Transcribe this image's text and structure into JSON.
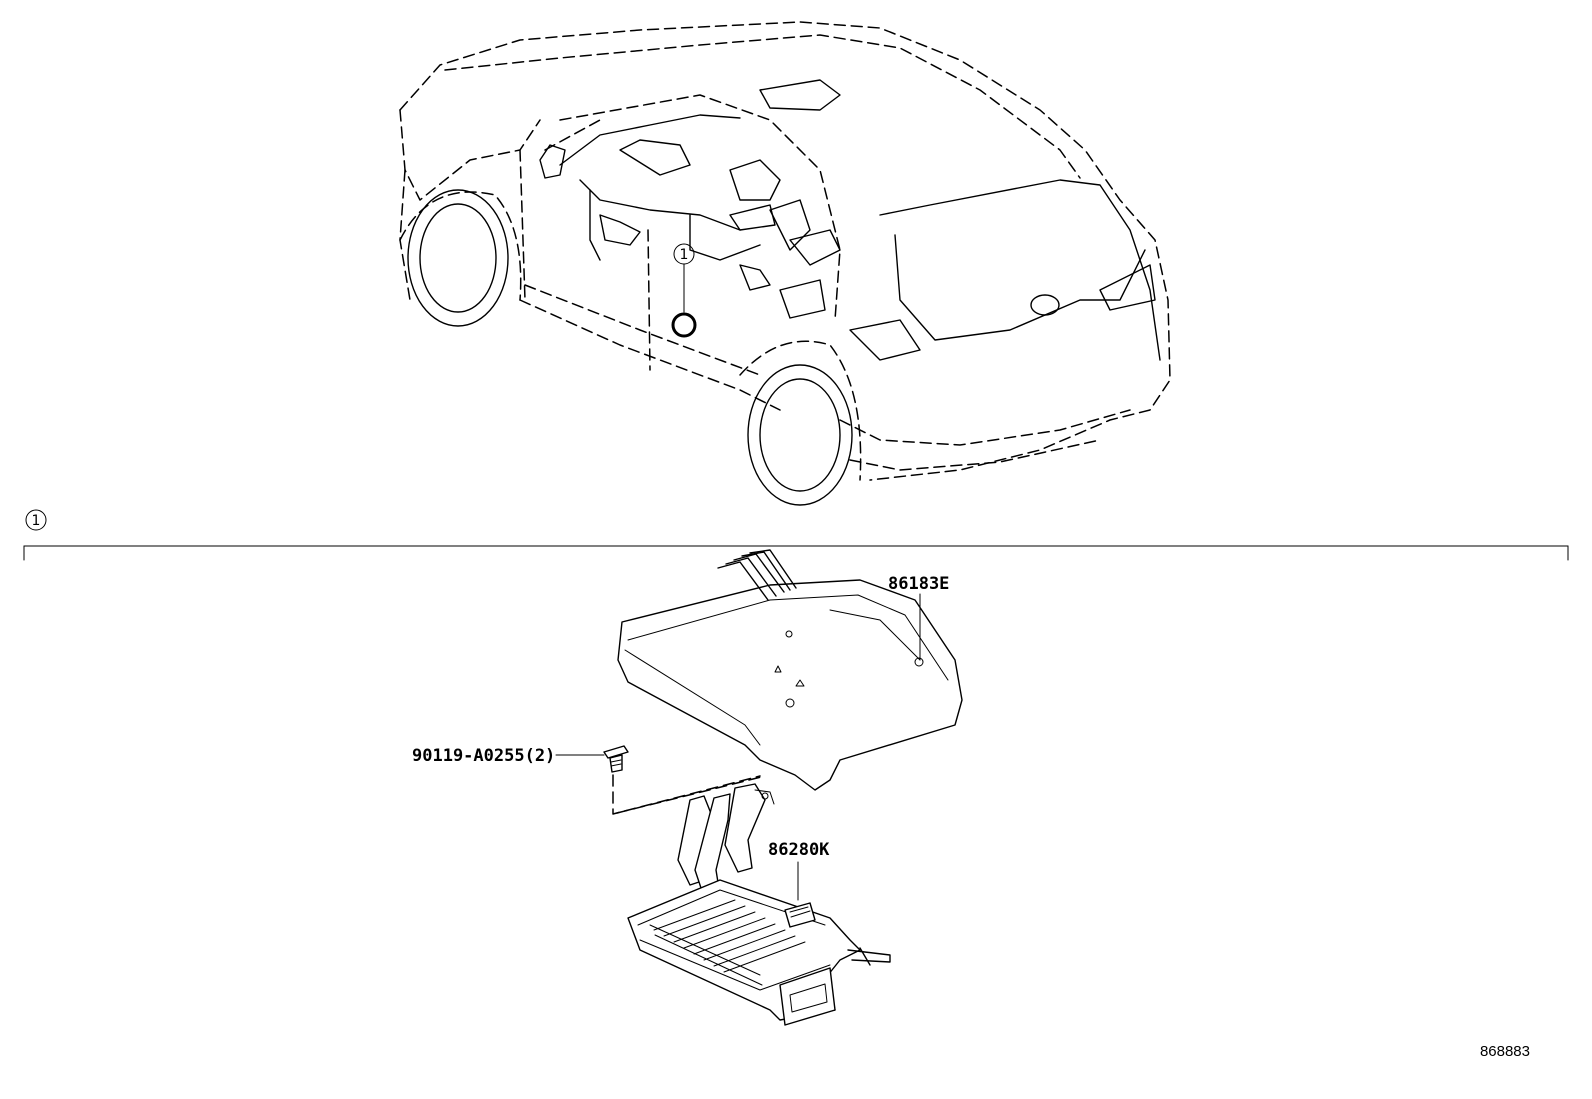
{
  "callouts": {
    "vehicle_callout": "1",
    "section_callout": "1"
  },
  "parts": {
    "cover": "86183E",
    "bolt": "90119-A0255(2)",
    "amplifier": "86280K"
  },
  "illustration_number": "868883",
  "icons": [
    "vehicle-phantom-illustration",
    "amplifier-cover",
    "bolt",
    "amplifier-assembly"
  ]
}
